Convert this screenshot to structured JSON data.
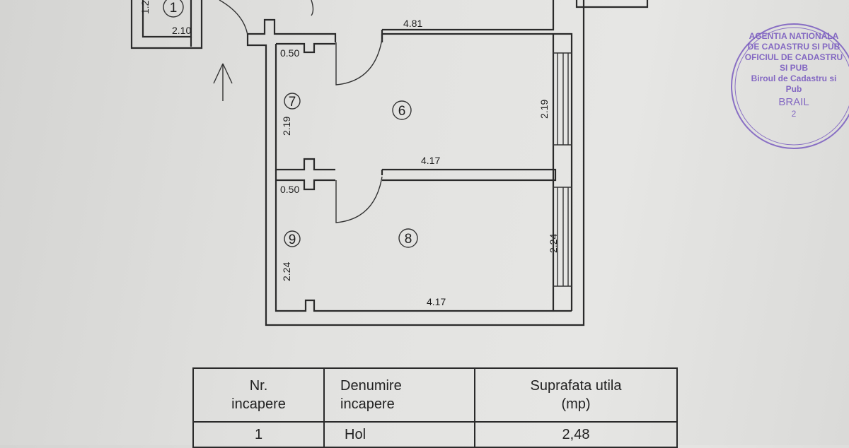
{
  "plan": {
    "room1": {
      "number": "1",
      "dim_side": "1.2",
      "dim_bottom": "2.10"
    },
    "room6": {
      "number": "6",
      "dim_top": "4.81",
      "dim_side": "2.19"
    },
    "room7": {
      "number": "7",
      "dim_top": "0.50",
      "dim_side": "2.19"
    },
    "room8": {
      "number": "8",
      "dim_top": "4.17",
      "dim_bottom": "4.17",
      "dim_side": "2.24"
    },
    "room9": {
      "number": "9",
      "dim_top": "0.50",
      "dim_side": "2.24"
    },
    "north_arrow": "arrow-up-icon"
  },
  "stamp": {
    "outer": "AGENTIA NATIONALA DE CADASTRU SI PUB",
    "middle": "OFICIUL DE CADASTRU SI PUB",
    "inner": "Biroul de Cadastru si Pub",
    "city": "BRAIL",
    "number": "2",
    "color": "#7a5cc0"
  },
  "table": {
    "headers": [
      "Nr.\nincapere",
      "Denumire\nincapere",
      "Suprafata utila\n(mp)"
    ],
    "rows": [
      [
        "1",
        "Hol",
        "2,48"
      ]
    ]
  }
}
